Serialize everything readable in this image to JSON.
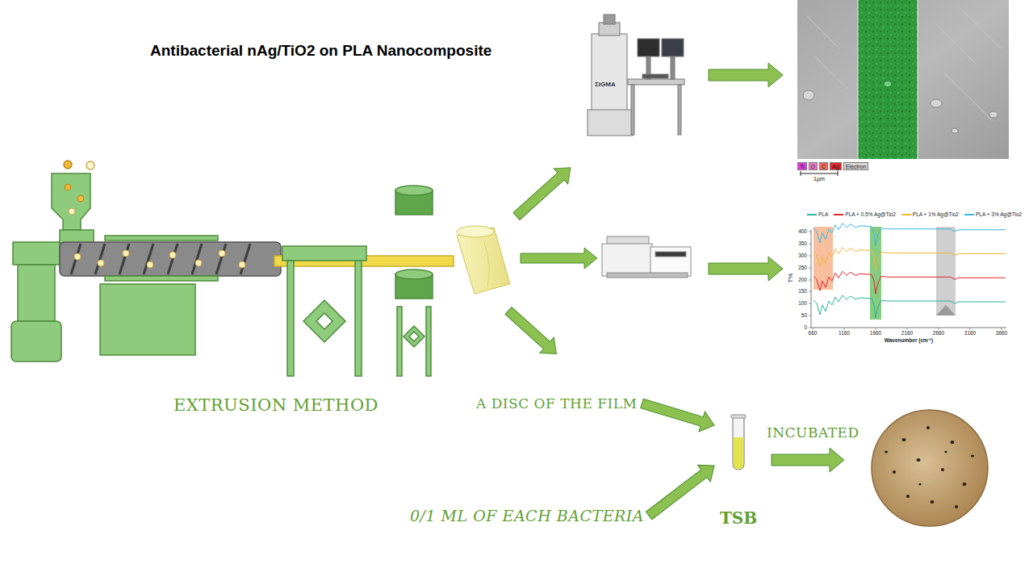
{
  "diagram": {
    "title": "Antibacterial nAg/TiO2 on PLA Nanocomposite",
    "nodes": [
      {
        "text": [
          "A DISC OF THE FILM"
        ]
      },
      {
        "text": [
          "0/1 ML OF EACH BACTERIA"
        ]
      },
      {
        "text": [
          "TSB"
        ]
      }
    ],
    "edges": [
      {
        "from": 0,
        "to": 2,
        "arrow": "to"
      },
      {
        "from": 1,
        "to": 2,
        "arrow": "to"
      }
    ],
    "labels": [
      "ΣIGMA",
      "EXTRUSION METHOD",
      "1µm",
      "T%",
      "400",
      "350",
      "300",
      "250",
      "200",
      "150",
      "100",
      "50",
      "0",
      "660",
      "1160",
      "1660",
      "2160",
      "2660",
      "3160",
      "3660",
      "Wavenumber (cm⁻¹)",
      "INCUBATED"
    ],
    "legend": [
      {
        "text": "Ti",
        "color": "#e23fe2"
      },
      {
        "text": "O",
        "color": "#f27ac8"
      },
      {
        "text": "C",
        "color": "#f26b5b"
      },
      {
        "text": "Ag",
        "color": "#e8262c"
      },
      {
        "text": "Electron",
        "color": "#d9d9d9"
      },
      {
        "text": "PLA"
      },
      {
        "text": "PLA + 0.5% Ag@Tio2"
      },
      {
        "text": "PLA + 1% Ag@Tio2"
      },
      {
        "text": "PLA + 3% Ag@Tio2"
      }
    ]
  }
}
